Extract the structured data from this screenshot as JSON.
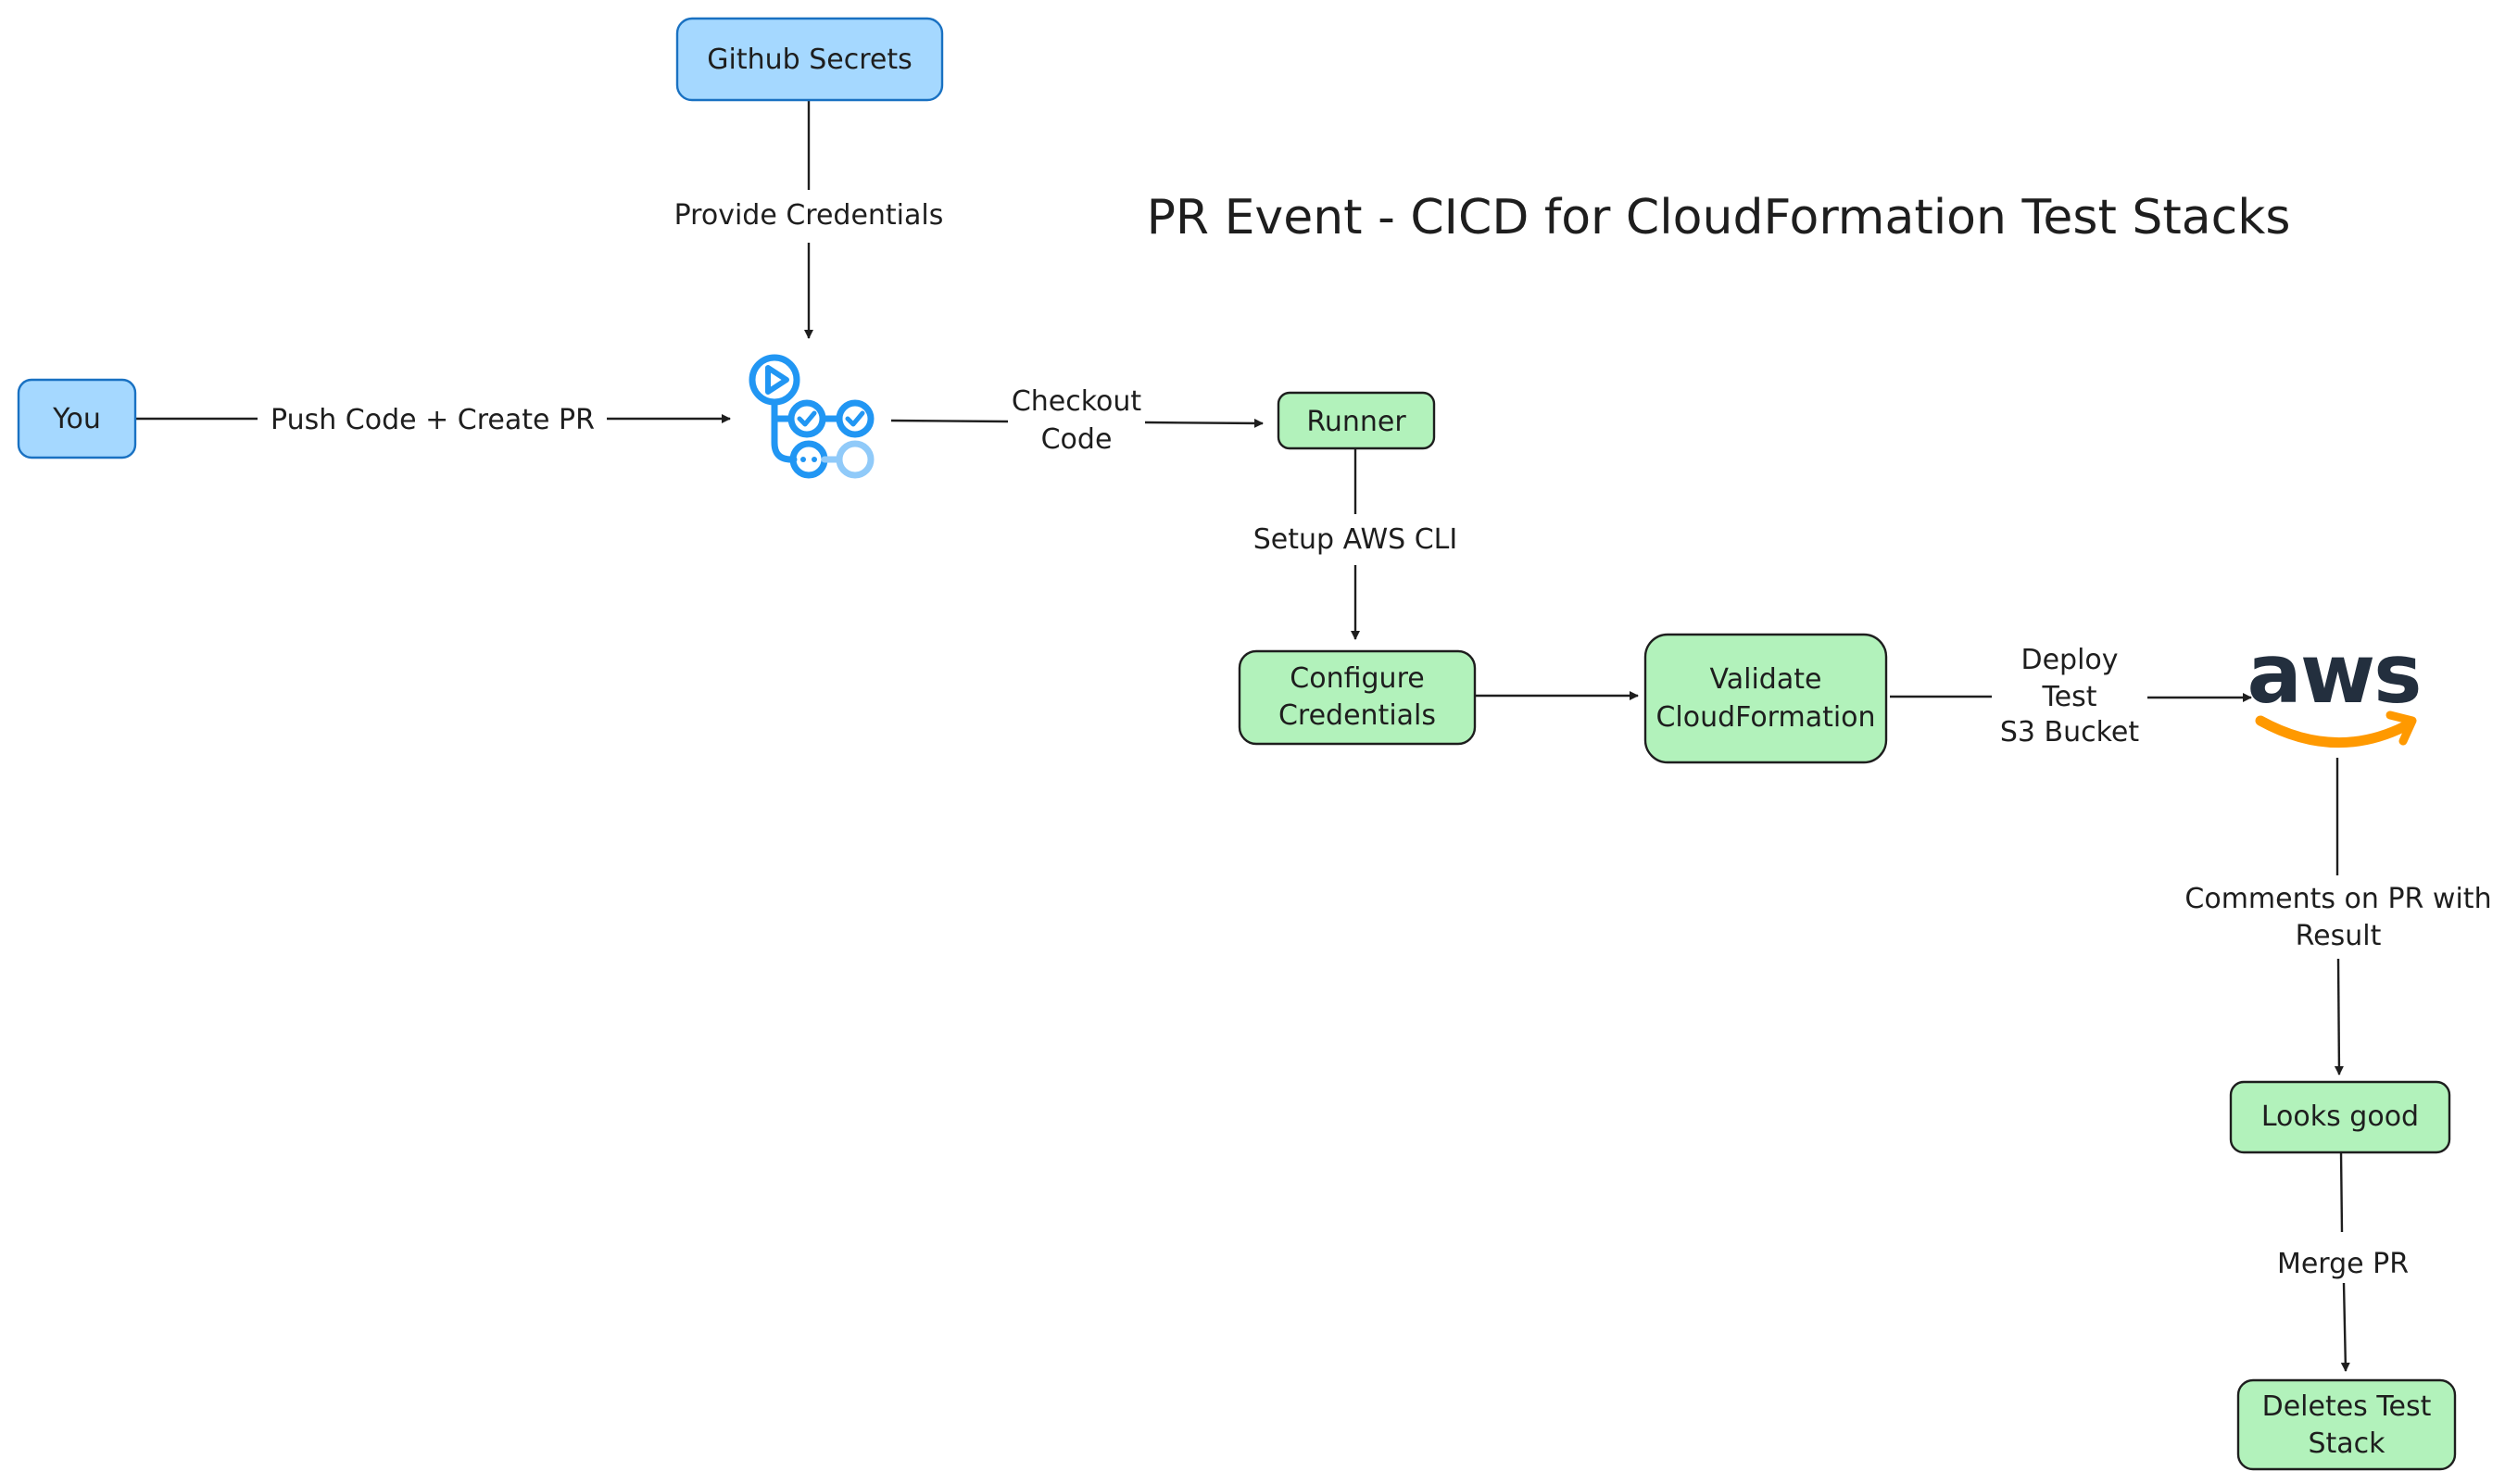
{
  "title": "PR Event - CICD for CloudFormation Test Stacks",
  "nodes": {
    "github_secrets": "Github Secrets",
    "you": "You",
    "runner": "Runner",
    "configure_credentials": [
      "Configure",
      "Credentials"
    ],
    "validate_cloudformation": [
      "Validate",
      "CloudFormation"
    ],
    "looks_good": "Looks good",
    "deletes_test_stack": [
      "Deletes Test",
      "Stack"
    ]
  },
  "edges": {
    "provide_credentials": "Provide Credentials",
    "push_code": "Push Code + Create PR",
    "checkout_code": [
      "Checkout",
      "Code"
    ],
    "setup_aws_cli": "Setup AWS CLI",
    "deploy_test": [
      "Deploy",
      "Test",
      "S3 Bucket"
    ],
    "comments_on_pr": [
      "Comments on PR with",
      "Result"
    ],
    "merge_pr": "Merge PR"
  },
  "icons": {
    "github_actions": "github-actions-icon",
    "aws": "aws-logo-icon"
  },
  "aws_logo_text": "aws",
  "colors": {
    "blue_fill": "#a5d8ff",
    "blue_stroke": "#1971c2",
    "green_fill": "#b2f2bb",
    "stroke": "#1e1e1e",
    "actions_blue": "#2196f3",
    "aws_orange": "#ff9900",
    "aws_dark": "#232f3e"
  }
}
